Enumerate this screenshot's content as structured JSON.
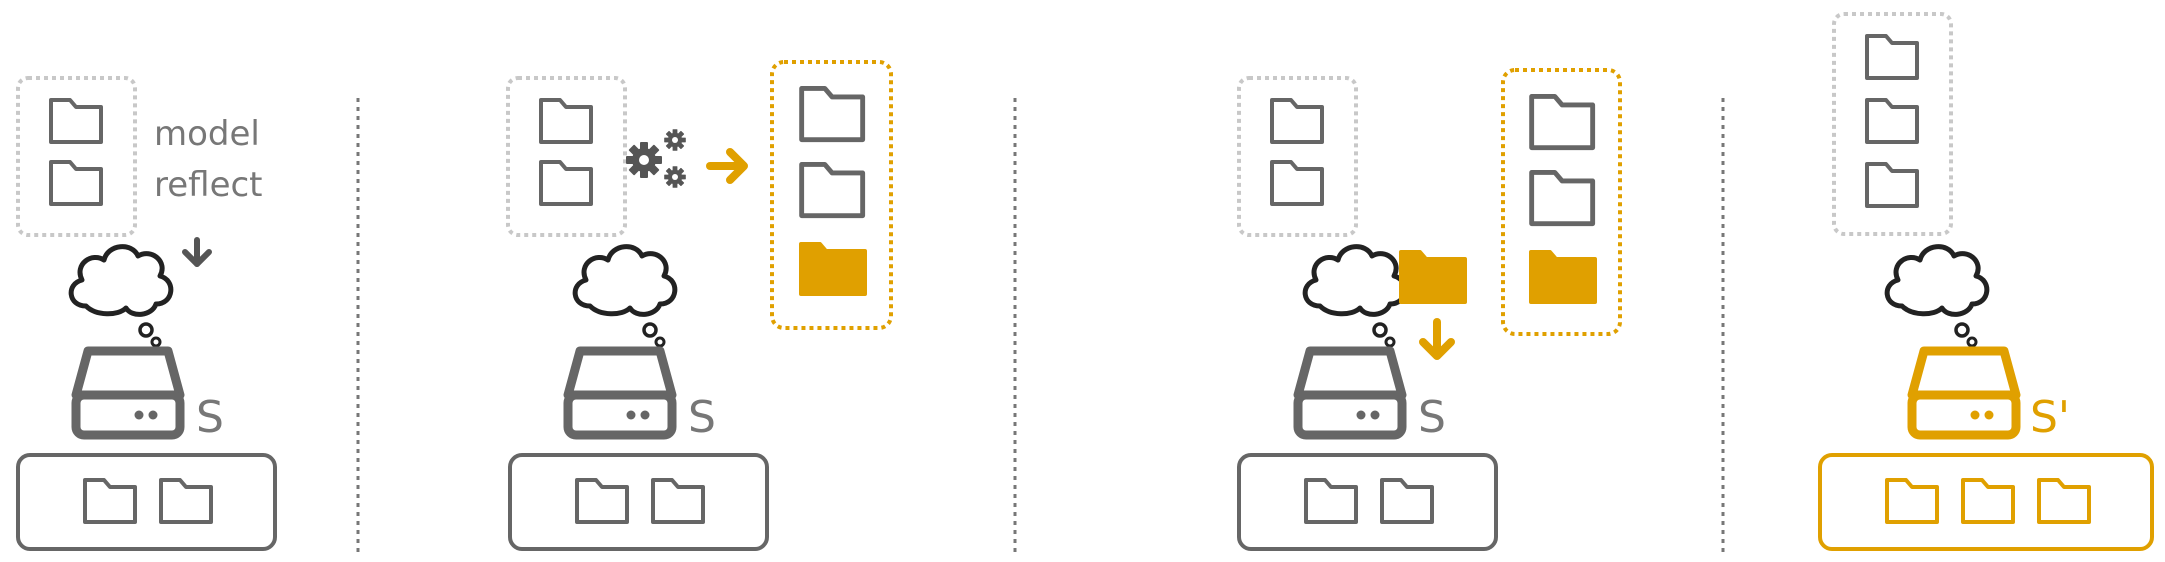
{
  "colors": {
    "gray": "#666666",
    "light_gray": "#c8c8c8",
    "orange": "#e0a000",
    "divider": "#777777"
  },
  "icons": [
    "folder-icon",
    "cloud-thought-icon",
    "server-drive-icon",
    "gears-icon",
    "arrow-right-icon",
    "arrow-down-icon"
  ],
  "panels": [
    {
      "label": "model\nreflect",
      "line1": "model",
      "line2": "reflect",
      "server_label": "S"
    },
    {
      "server_label": "S"
    },
    {
      "server_label": "S"
    },
    {
      "server_label": "S'"
    }
  ]
}
